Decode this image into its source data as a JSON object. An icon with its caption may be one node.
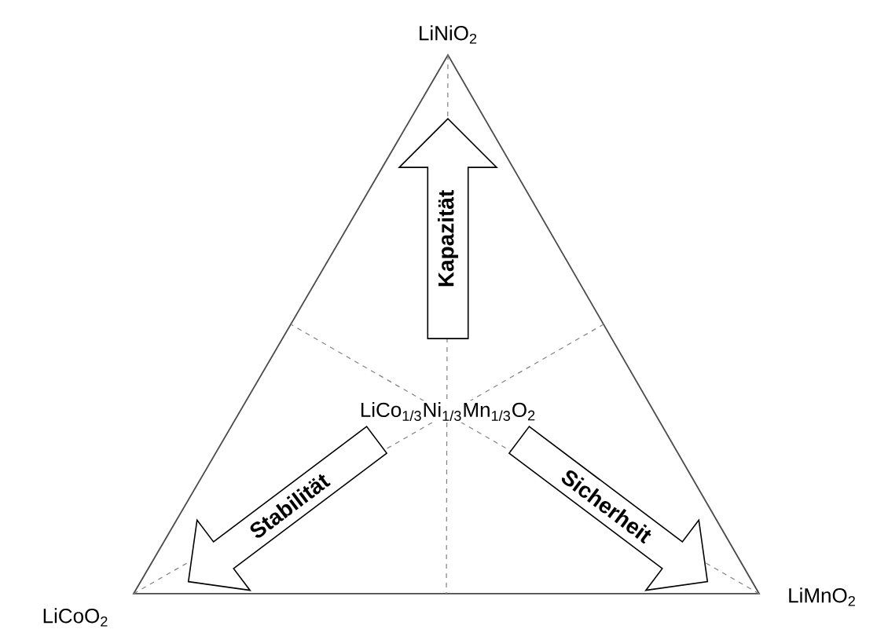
{
  "diagram": {
    "nodes": [
      {
        "text": [
          "Kapazität"
        ]
      },
      {
        "text": [
          "Stabilität"
        ]
      },
      {
        "text": [
          "Sicherheit"
        ]
      }
    ],
    "labels": [
      "LiNiO$_{2}$",
      "LiCo$_{1/3}$Ni$_{1/3}$Mn$_{1/3}$O$_{2}$",
      "LiCoO$_{2}$",
      "LiMnO$_{2}$"
    ]
  }
}
